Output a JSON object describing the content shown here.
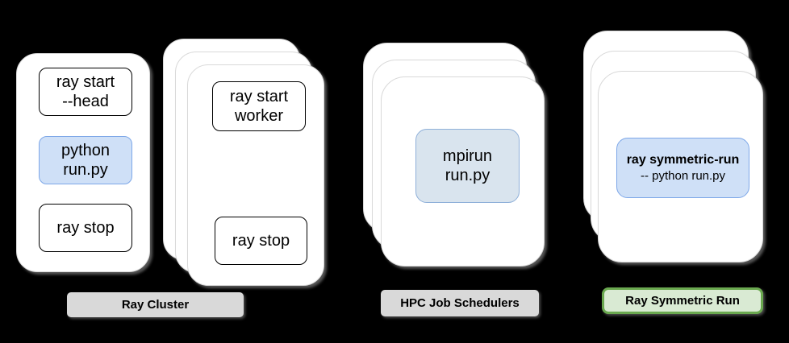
{
  "diagram": {
    "ray_head_card": {
      "start_box": {
        "line1": "ray start",
        "line2": "--head"
      },
      "run_box": {
        "line1": "python",
        "line2": "run.py"
      },
      "stop_box": {
        "line1": "ray stop"
      }
    },
    "worker_card": {
      "start_box": {
        "line1": "ray start",
        "line2": "worker"
      },
      "stop_box": {
        "line1": "ray stop"
      }
    },
    "hpc_card": {
      "run_box": {
        "line1": "mpirun",
        "line2": "run.py"
      }
    },
    "symmetric_card": {
      "run_box": {
        "line1": "ray symmetric-run",
        "line2": "-- python run.py"
      }
    },
    "labels": {
      "ray_cluster": "Ray Cluster",
      "hpc": "HPC Job Schedulers",
      "symmetric": "Ray Symmetric Run"
    }
  },
  "colors": {
    "background": "#000000",
    "text": "#000000",
    "card_fill": "#ffffff",
    "card_border": "#d9d9d9",
    "box_border": "#000000",
    "blue_fill": "#cfe0f7",
    "blue_border": "#7da7e8",
    "blue_fill_muted": "#d9e4ee",
    "blue_border_muted": "#8fb0d9",
    "gray_label_fill": "#d9d9d9",
    "green_label_fill": "#d9ead3",
    "green_label_border": "#6aa84f"
  }
}
